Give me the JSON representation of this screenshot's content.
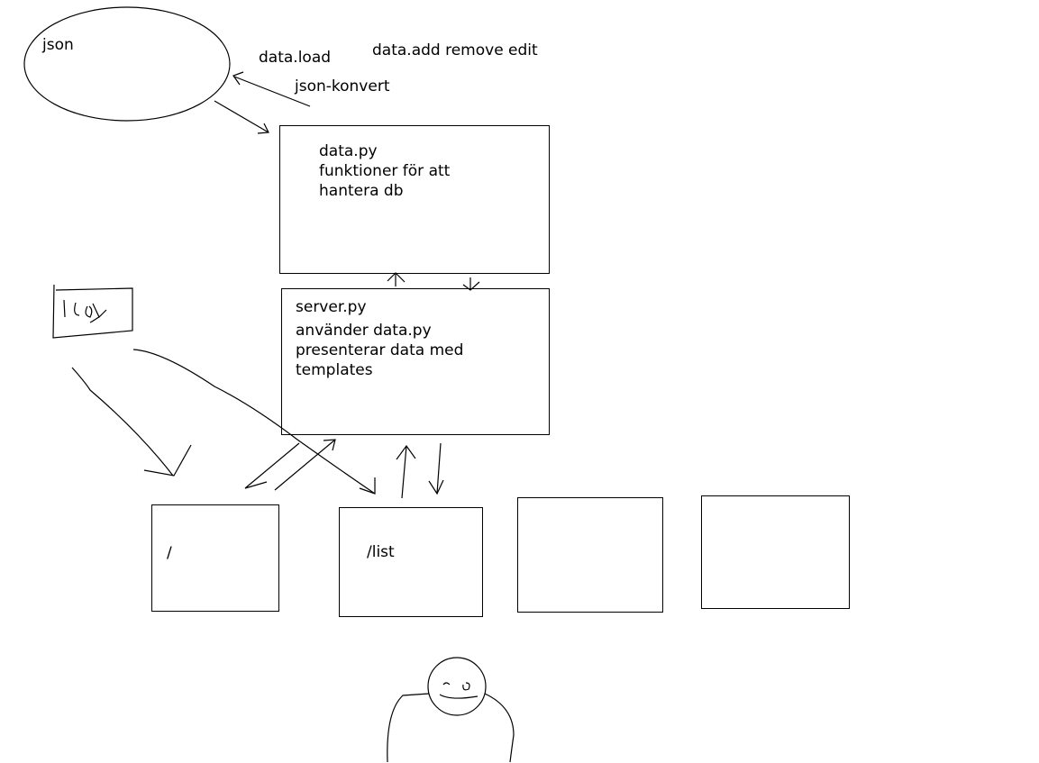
{
  "labels": {
    "json_node": "json",
    "data_load": "data.load",
    "data_ops": "data.add remove edit",
    "json_konvert": "json-konvert"
  },
  "data_py_box": {
    "title": "data.py",
    "line1": "funktioner för att",
    "line2": "hantera db"
  },
  "server_py_box": {
    "title": "server.py",
    "line1": "använder data.py",
    "line2": "presenterar data med",
    "line3": "templates"
  },
  "routes": {
    "root": "/",
    "list": "/list"
  },
  "colors": {
    "stroke": "#000000",
    "background": "#ffffff"
  }
}
